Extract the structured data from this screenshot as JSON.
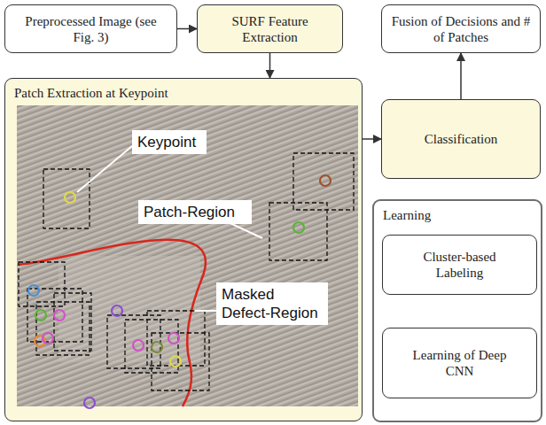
{
  "diagram": {
    "nodes": [
      {
        "text": [
          "Preprocessed Image (see Fig. 3)"
        ]
      },
      {
        "text": [
          "SURF Feature Extraction"
        ]
      },
      {
        "text": [
          "Fusion of Decisions and # of Patches"
        ]
      },
      {
        "text": [
          "Patch Extraction at Keypoint"
        ]
      },
      {
        "text": [
          "Classification"
        ]
      },
      {
        "text": [
          "Learning"
        ]
      },
      {
        "text": [
          "Cluster-based Labeling"
        ],
        "in": 5
      },
      {
        "text": [
          "Learning of Deep CNN"
        ],
        "in": 5
      }
    ],
    "edges": [
      {
        "from": 0,
        "to": 1,
        "arrow": "to"
      },
      {
        "from": 1,
        "to": 3,
        "arrow": "to"
      },
      {
        "from": 3,
        "to": 4,
        "arrow": "to"
      },
      {
        "from": 4,
        "to": 2,
        "arrow": "to"
      },
      {
        "from": 6,
        "to": 7,
        "arrow": "to"
      }
    ],
    "labels": [
      "Keypoint",
      "Patch-Region",
      "Masked Defect-Region"
    ]
  }
}
